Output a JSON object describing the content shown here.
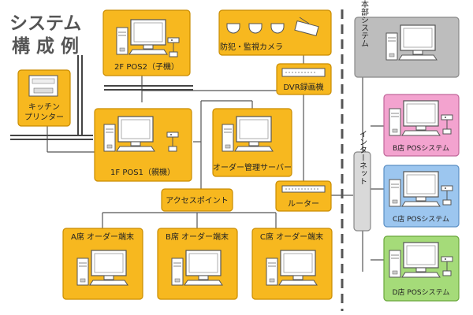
{
  "title": {
    "line1": "システム",
    "line2": "構 成 例"
  },
  "nodes": {
    "pos2": "2F POS2（子機）",
    "kitchen_line1": "キッチン",
    "kitchen_line2": "プリンター",
    "pos1": "1F POS1（親機）",
    "camera": "防犯・監視カメラ",
    "dvr": "DVR録画機",
    "order_server": "オーダー管理サーバー",
    "access_point": "アクセスポイント",
    "router": "ルーター",
    "terminal_a": "A席 オーダー端末",
    "terminal_b": "B席 オーダー端末",
    "terminal_c": "C席 オーダー端末",
    "internet": "インターネット",
    "hq": "本部システム",
    "store_b": "B店 POSシステム",
    "store_c": "C店 POSシステム",
    "store_d": "D店 POSシステム"
  },
  "colors": {
    "node_fill": "#f7b81f",
    "node_stroke": "#c98c00",
    "hq_fill": "#bdbdbd",
    "store_b_fill": "#f3a3cf",
    "store_c_fill": "#9cc6ef",
    "store_d_fill": "#a5db79",
    "line": "#555555"
  }
}
